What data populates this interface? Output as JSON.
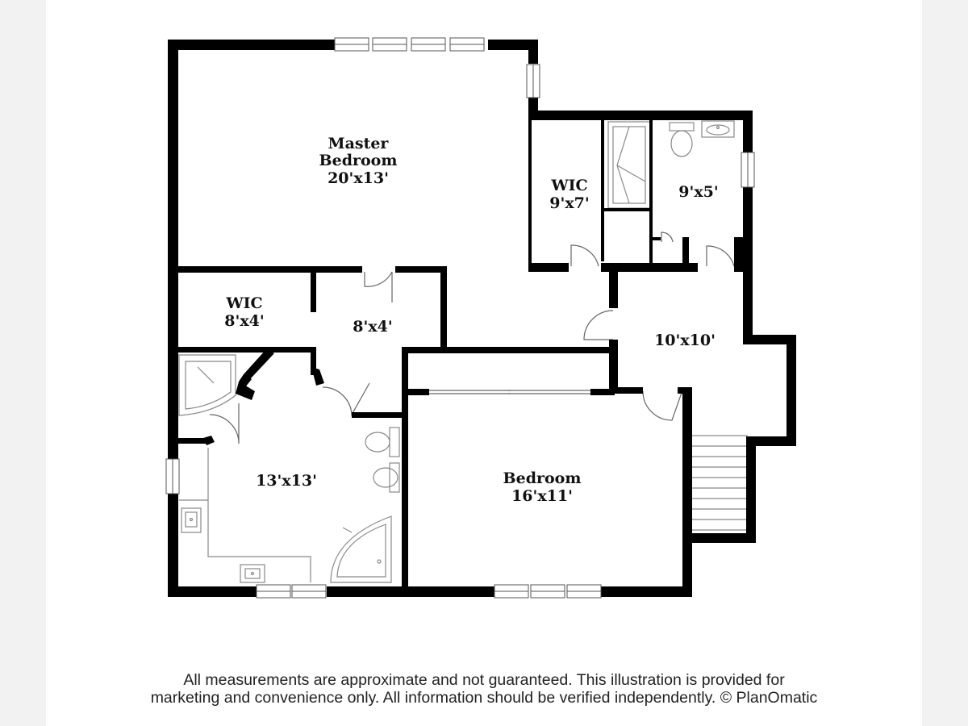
{
  "rooms": {
    "master_bedroom": {
      "name": "Master Bedroom",
      "line1": "Master",
      "line2": "Bedroom",
      "dims": "20'x13'"
    },
    "wic_upper": {
      "name": "WIC",
      "dims": "9'x7'"
    },
    "bath_small": {
      "dims": "9'x5'"
    },
    "wic_left": {
      "name": "WIC",
      "dims": "8'x4'"
    },
    "hall_closet": {
      "dims": "8'x4'"
    },
    "landing": {
      "dims": "10'x10'"
    },
    "master_bath": {
      "dims": "13'x13'"
    },
    "bedroom": {
      "name": "Bedroom",
      "dims": "16'x11'"
    }
  },
  "disclaimer": {
    "line1": "All measurements are approximate and not guaranteed. This illustration is provided for",
    "line2": "marketing and convenience only. All information should be verified independently. © PlanOmatic"
  },
  "colors": {
    "wall": "#000000",
    "fixture": "#888888",
    "background": "#ffffff",
    "margin": "#f2f2f2"
  }
}
